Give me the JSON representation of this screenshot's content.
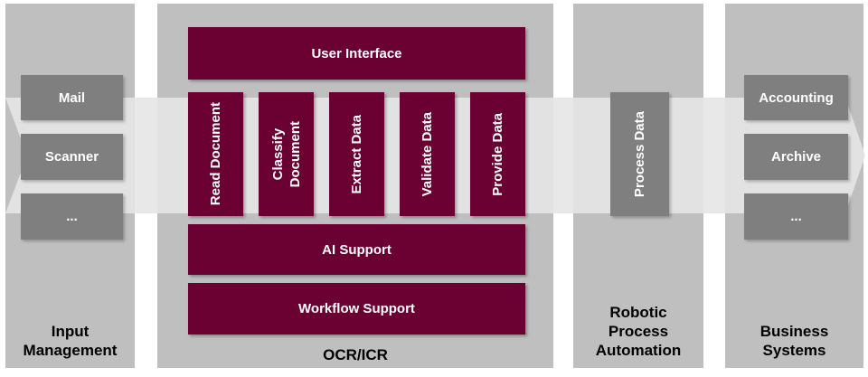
{
  "columns": {
    "input": {
      "label": "Input\nManagement",
      "items": [
        "Mail",
        "Scanner",
        "..."
      ]
    },
    "ocr": {
      "label": "OCR/ICR",
      "top": "User Interface",
      "steps": [
        "Read Document",
        "Classify\nDocument",
        "Extract Data",
        "Validate Data",
        "Provide Data"
      ],
      "support": [
        "AI Support",
        "Workflow Support"
      ]
    },
    "rpa": {
      "label": "Robotic\nProcess\nAutomation",
      "step": "Process Data"
    },
    "business": {
      "label": "Business\nSystems",
      "items": [
        "Accounting",
        "Archive",
        "..."
      ]
    }
  },
  "colors": {
    "column_bg": "#bfbfbf",
    "flow_band": "#e6e6e6",
    "gray_box": "#7f7f7f",
    "accent": "#6b0033",
    "text_light": "#ffffff",
    "text_dark": "#000000"
  }
}
